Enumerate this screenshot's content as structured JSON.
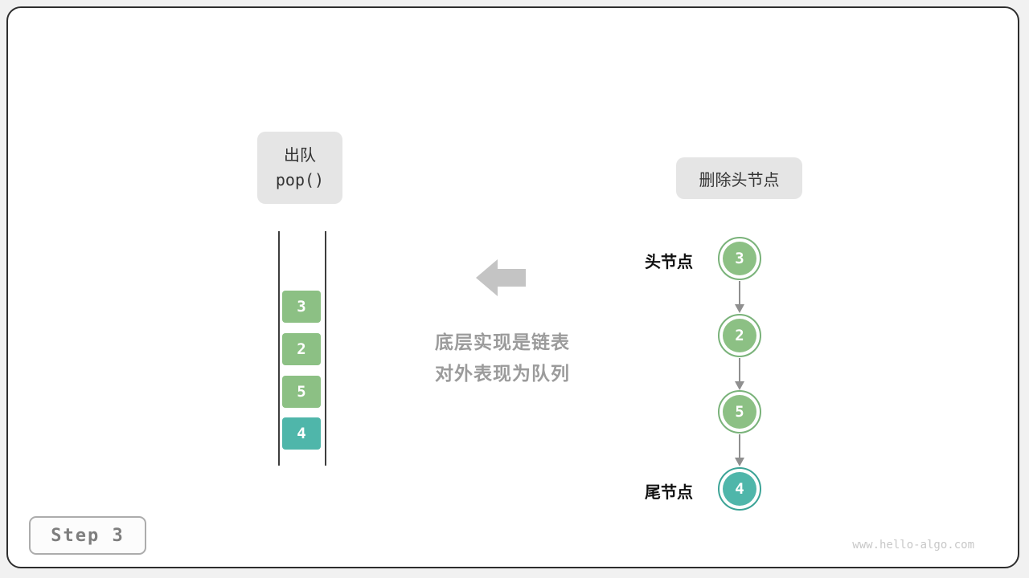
{
  "diagram": {
    "step_label": "Step 3",
    "watermark": "www.hello-algo.com",
    "caption": {
      "line1": "底层实现是链表",
      "line2": "对外表现为队列"
    }
  },
  "queue": {
    "operation_label": {
      "line1": "出队",
      "line2": "pop()"
    },
    "items": [
      {
        "value": "3",
        "color": "green"
      },
      {
        "value": "2",
        "color": "green"
      },
      {
        "value": "5",
        "color": "green"
      },
      {
        "value": "4",
        "color": "teal"
      }
    ]
  },
  "linked_list": {
    "operation_label": "删除头节点",
    "head_label": "头节点",
    "tail_label": "尾节点",
    "nodes": [
      {
        "value": "3",
        "color": "green"
      },
      {
        "value": "2",
        "color": "green"
      },
      {
        "value": "5",
        "color": "green"
      },
      {
        "value": "4",
        "color": "teal"
      }
    ]
  },
  "colors": {
    "green": "#8cc084",
    "green-ring": "#79b279",
    "teal": "#4fb6aa",
    "teal-ring": "#3ba396",
    "label-bg": "#e5e5e5",
    "caption-gray": "#9b9b9b",
    "arrow-gray": "#c4c4c4",
    "link-gray": "#8f8f8f"
  }
}
